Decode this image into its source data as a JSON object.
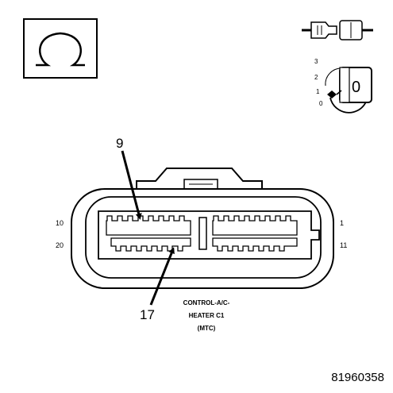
{
  "symbols": {
    "ohm_meter": {
      "icon": "ohm-symbol-icon"
    },
    "disconnect": {
      "icon": "disconnected-connector-icon"
    },
    "ignition": {
      "icon": "ignition-switch-icon",
      "positions": [
        "3",
        "2",
        "1",
        "0"
      ],
      "key_label": "0"
    }
  },
  "connector": {
    "pin_labels": {
      "top_left": "10",
      "top_right": "1",
      "bottom_left": "20",
      "bottom_right": "11"
    },
    "callouts": {
      "upper": "9",
      "lower": "17"
    },
    "caption": [
      "CONTROL-A/C-",
      "HEATER C1",
      "(MTC)"
    ]
  },
  "figure_number": "81960358",
  "colors": {
    "line": "#000000",
    "background": "#ffffff"
  }
}
